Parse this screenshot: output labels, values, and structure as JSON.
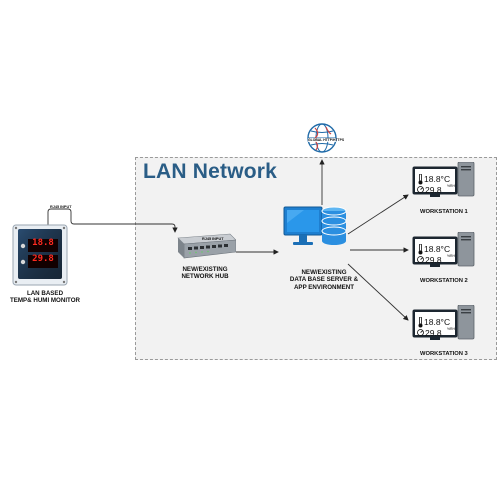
{
  "lan": {
    "title": "LAN Network"
  },
  "globe": {
    "label": "GLOBAL HTTP/HTTPS"
  },
  "monitor": {
    "input_label": "RJ45 INPUT",
    "title_line1": "LAN BASED",
    "title_line2": "TEMP& HUMI MONITOR",
    "temp_value": "18.8",
    "humi_value": "29.8"
  },
  "hub": {
    "input_label": "RJ45 INPUT",
    "title_line1": "NEW/EXISTING",
    "title_line2": "NETWORK HUB"
  },
  "server": {
    "title_line1": "NEW/EXISTING",
    "title_line2": "DATA BASE SERVER &",
    "title_line3": "APP ENVIRONMENT"
  },
  "workstations": [
    {
      "label": "WORKSTATION 1",
      "temp": "18.8°C",
      "humi": "29.8",
      "humi_unit": "%RH"
    },
    {
      "label": "WORKSTATION 2",
      "temp": "18.8°C",
      "humi": "29.8",
      "humi_unit": "%RH"
    },
    {
      "label": "WORKSTATION 3",
      "temp": "18.8°C",
      "humi": "29.8",
      "humi_unit": "%RH"
    }
  ],
  "colors": {
    "lan_title": "#2a5d86",
    "screen_blue": "#1e7fd0",
    "db_blue": "#2b8fe0",
    "led_red": "#e0221e"
  }
}
